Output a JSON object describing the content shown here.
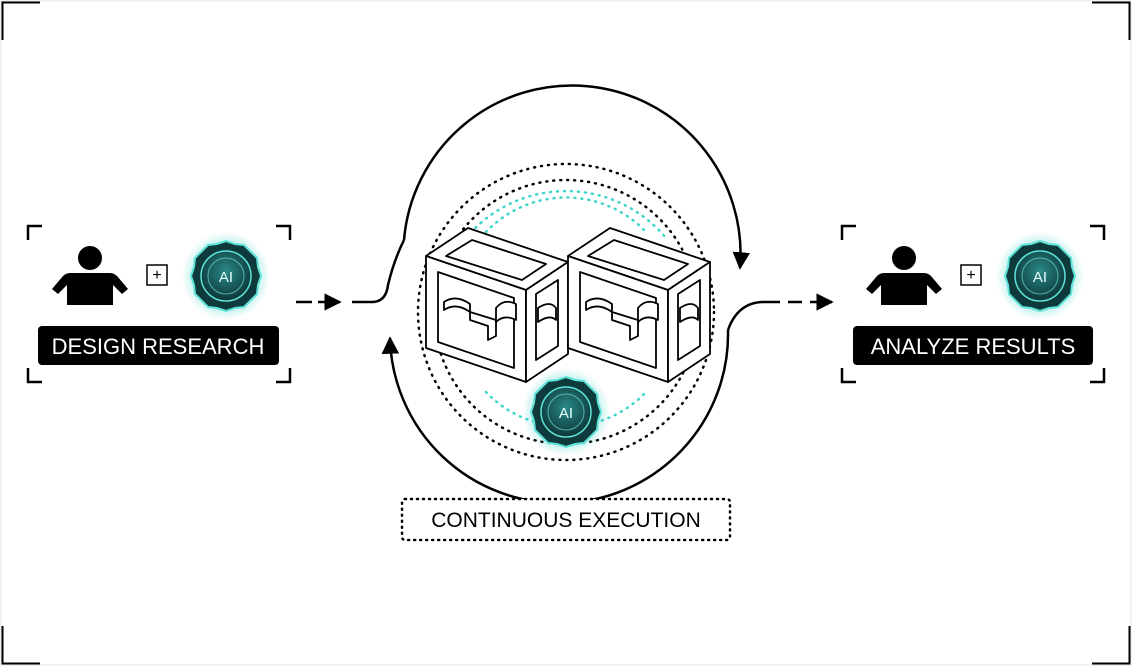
{
  "left_stage": {
    "label": "DESIGN RESEARCH",
    "plus_symbol": "+",
    "ai_badge_text": "AI",
    "person_icon": "person-icon",
    "badge_icon": "ai-badge-icon"
  },
  "center_stage": {
    "caption": "CONTINUOUS EXECUTION",
    "ai_badge_text": "AI",
    "machine_icon": "lab-automation-module-icon"
  },
  "right_stage": {
    "label": "ANALYZE RESULTS",
    "plus_symbol": "+",
    "ai_badge_text": "AI",
    "person_icon": "person-icon",
    "badge_icon": "ai-badge-icon"
  },
  "colors": {
    "ink": "#000000",
    "accent_teal": "#3fd4c9",
    "badge_dark": "#0f3a3c",
    "badge_mid": "#1d6b6c",
    "background": "#ffffff"
  }
}
